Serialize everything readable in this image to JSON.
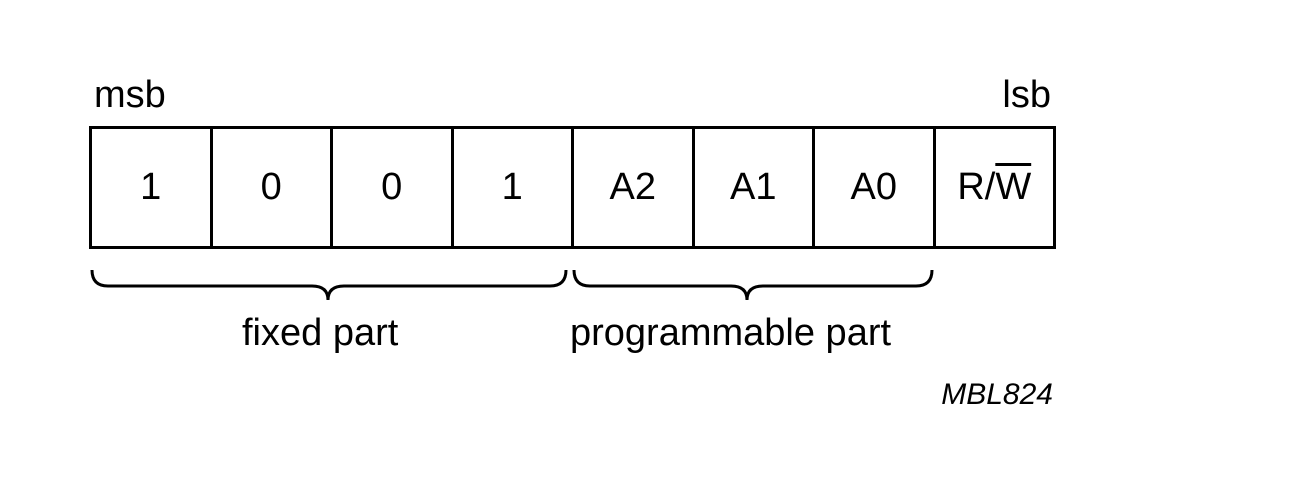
{
  "labels": {
    "msb": "msb",
    "lsb": "lsb"
  },
  "bits": [
    "1",
    "0",
    "0",
    "1",
    "A2",
    "A1",
    "A0"
  ],
  "rw_bit": {
    "r_part": "R/",
    "w_part": "W"
  },
  "groups": {
    "fixed": "fixed part",
    "programmable": "programmable part"
  },
  "figure_id": "MBL824"
}
